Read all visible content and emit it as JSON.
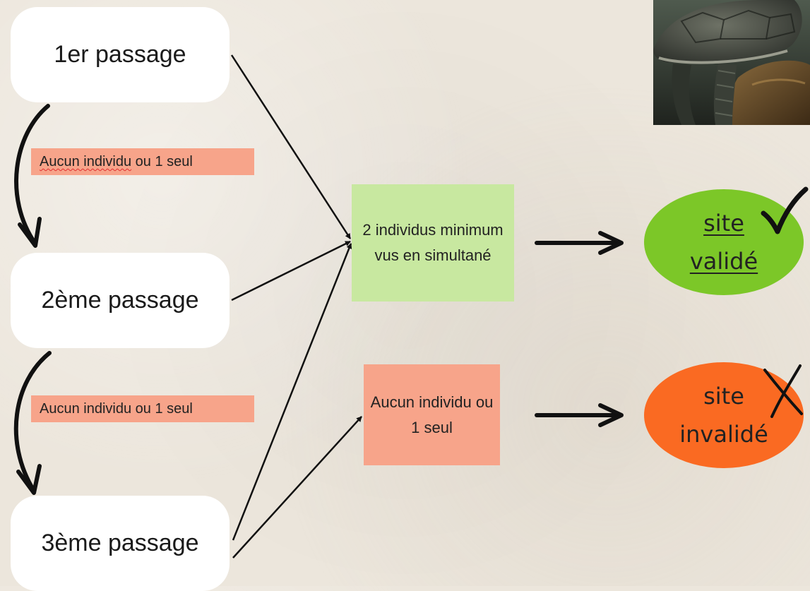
{
  "passages": [
    {
      "label": "1er passage"
    },
    {
      "label": "2ème passage"
    },
    {
      "label": "3ème passage"
    }
  ],
  "transition_tags": [
    {
      "prefix": "Aucun individu",
      "suffix": " ou 1 seul"
    },
    {
      "prefix": "Aucun individu",
      "suffix": " ou 1 seul"
    }
  ],
  "outcomes": {
    "success": {
      "text": "2 individus minimum vus en simultané",
      "color": "#c8e8a0"
    },
    "failure": {
      "text": "Aucun individu ou 1 seul",
      "color": "#f7a48a"
    }
  },
  "results": {
    "valid": {
      "line1": "site",
      "line2": "validé",
      "color": "#7cc728",
      "mark_icon": "check-mark-icon"
    },
    "invalid": {
      "line1": "site",
      "line2": "invalidé",
      "color": "#fa6a22",
      "mark_icon": "cross-mark-icon"
    }
  },
  "colors": {
    "background": "#ece6dc",
    "passage_box": "#ffffff",
    "tag": "#f7a48a",
    "arrow": "#111111"
  },
  "photo": {
    "icon": "turtle-photo-icon"
  }
}
